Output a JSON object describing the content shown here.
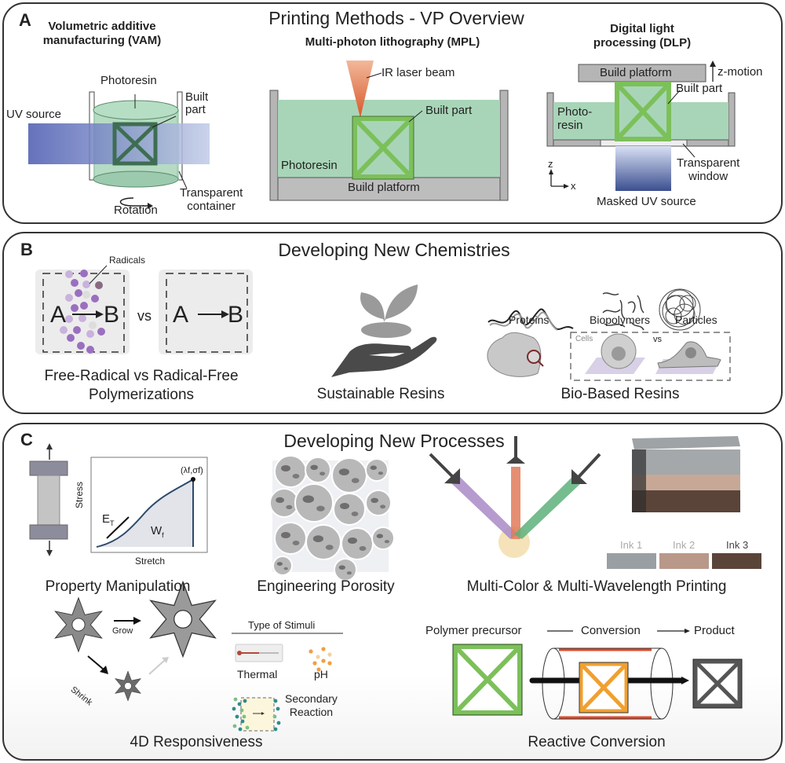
{
  "panels": {
    "a": {
      "letter": "A",
      "title": "Printing Methods - VP Overview",
      "vam": {
        "heading_line1": "Volumetric additive",
        "heading_line2": "manufacturing (VAM)",
        "photoresin": "Photoresin",
        "built_part_line1": "Built",
        "built_part_line2": "part",
        "uv_source": "UV source",
        "rotation": "Rotation",
        "container_line1": "Transparent",
        "container_line2": "container"
      },
      "mpl": {
        "heading": "Multi-photon lithography (MPL)",
        "laser": "IR laser beam",
        "built_part": "Built part",
        "photoresin": "Photoresin",
        "platform": "Build platform"
      },
      "dlp": {
        "heading_line1": "Digital light",
        "heading_line2": "processing (DLP)",
        "platform": "Build platform",
        "z_motion": "z-motion",
        "built_part": "Built part",
        "photoresin_line1": "Photo-",
        "photoresin_line2": "resin",
        "window_line1": "Transparent",
        "window_line2": "window",
        "axis_z": "z",
        "axis_x": "x",
        "uv_source": "Masked UV source"
      }
    },
    "b": {
      "letter": "B",
      "title": "Developing New Chemistries",
      "radicals_label": "Radicals",
      "reactant": "A",
      "product": "B",
      "vs": "vs",
      "free_radical_caption_line1": "Free-Radical vs Radical-Free",
      "free_radical_caption_line2": "Polymerizations",
      "sustainable_caption": "Sustainable Resins",
      "bio": {
        "proteins": "Proteins",
        "biopolymers": "Biopolymers",
        "particles": "Particles",
        "cells": "Cells",
        "vs": "vs",
        "caption": "Bio-Based Resins"
      }
    },
    "c": {
      "letter": "C",
      "title": "Developing New Processes",
      "property": {
        "y_axis": "Stress",
        "x_axis": "Stretch",
        "modulus": "E",
        "modulus_sub": "T",
        "work": "W",
        "work_sub": "f",
        "failure_point": "(λf,σf)",
        "caption": "Property Manipulation"
      },
      "porosity_caption": "Engineering Porosity",
      "multicolor": {
        "inks": [
          {
            "label": "Ink 1",
            "color": "#9a9fa3"
          },
          {
            "label": "Ink 2",
            "color": "#b9988a"
          },
          {
            "label": "Ink 3",
            "color": "#5a4439"
          }
        ],
        "caption": "Multi-Color & Multi-Wavelength Printing"
      },
      "responsive": {
        "grow": "Grow",
        "shrink": "Shrink",
        "stimuli_title": "Type of Stimuli",
        "thermal": "Thermal",
        "ph": "pH",
        "secondary_line1": "Secondary",
        "secondary_line2": "Reaction",
        "caption": "4D Responsiveness"
      },
      "reactive": {
        "precursor": "Polymer precursor",
        "conversion": "Conversion",
        "product": "Product",
        "caption": "Reactive Conversion"
      }
    }
  },
  "colors": {
    "resin_green": "#a8d5b8",
    "part_green": "#7cc05a",
    "uv_blue": "#4a5fb5",
    "laser_orange": "#e07040",
    "platform_gray": "#b5b5b5",
    "radical_purple": "#9b6fc0",
    "conversion_orange": "#f0a030",
    "heater_red": "#e04a2a"
  }
}
